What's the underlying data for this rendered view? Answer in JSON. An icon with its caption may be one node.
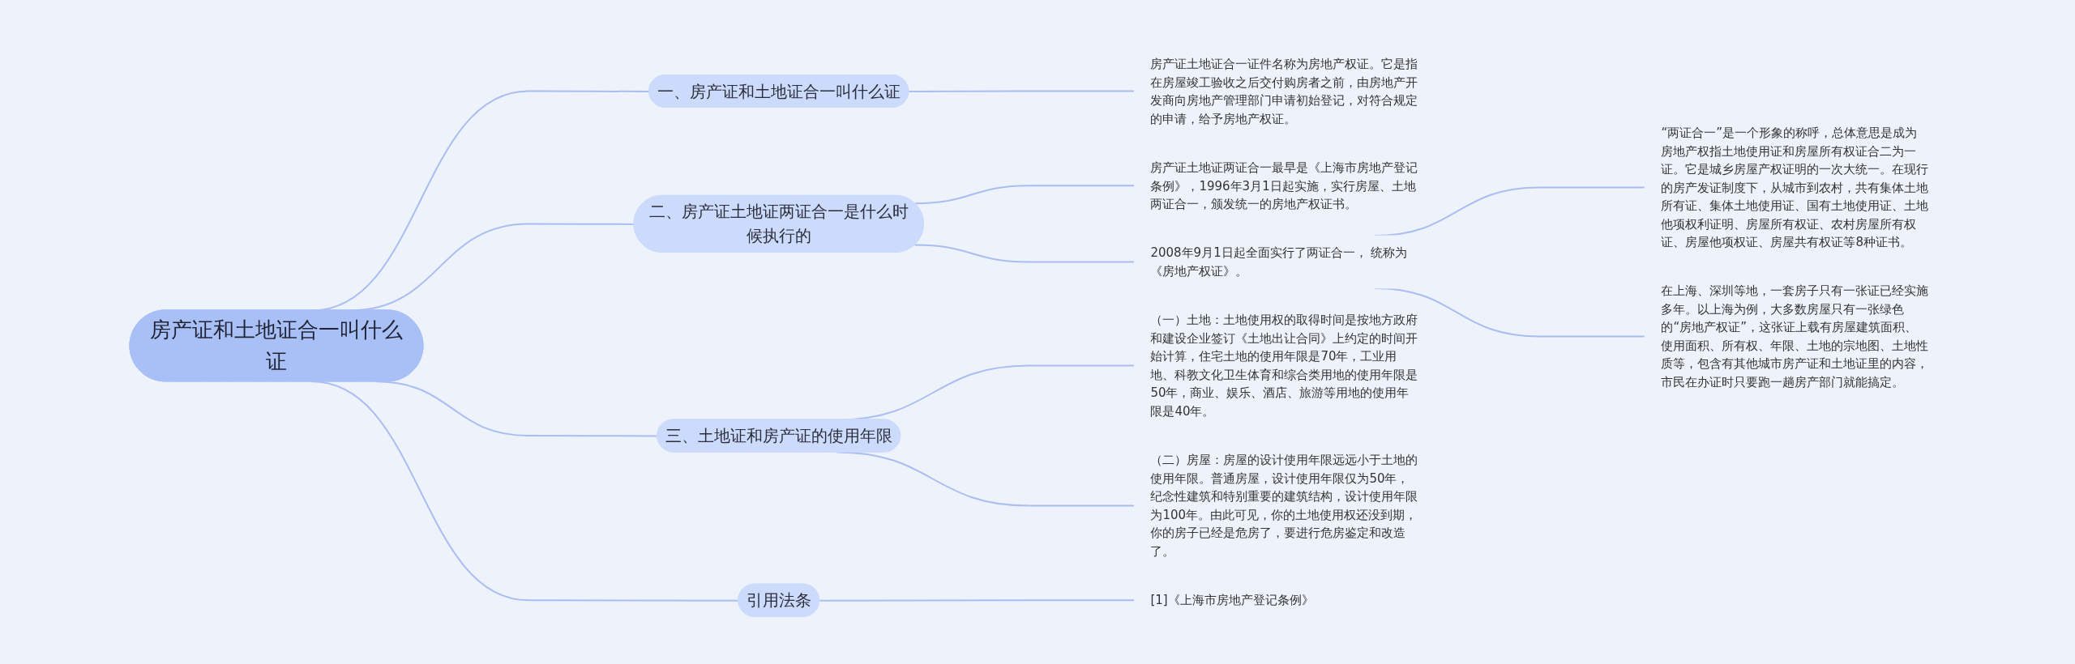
{
  "diagram": {
    "nodes": [
      {
        "text": [
          "房产证和土地证合一叫什么证"
        ]
      },
      {
        "text": [
          "一、房产证和土地证合一叫什么证"
        ]
      },
      {
        "text": [
          "房产证土地证合一证件名称为房地产权证。它是指在房屋竣工验收之后交付购房者之前，由房地产开发商向房地产管理部门申请初始登记，对符合规定的申请，给予房地产权证。"
        ]
      },
      {
        "text": [
          "二、房产证土地证两证合一是什么时候执行的"
        ]
      },
      {
        "text": [
          "房产证土地证两证合一最早是《上海市房地产登记条例》，1996年3月1日起实施，实行房屋、土地两证合一，颁发统一的房地产权证书。"
        ]
      },
      {
        "text": [
          "2008年9月1日起全面实行了两证合一， 统称为《房地产权证》。"
        ]
      },
      {
        "text": [
          "“两证合一”是一个形象的称呼，总体意思是成为房地产权指土地使用证和房屋所有权证合二为一证。它是城乡房屋产权证明的一次大统一。在现行的房产发证制度下，从城市到农村，共有集体土地所有证、集体土地使用证、国有土地使用证、土地他项权利证明、房屋所有权证、农村房屋所有权证、房屋他项权证、房屋共有权证等8种证书。"
        ]
      },
      {
        "text": [
          "在上海、深圳等地，一套房子只有一张证已经实施多年。以上海为例，大多数房屋只有一张绿色的“房地产权证”，这张证上载有房屋建筑面积、使用面积、所有权、年限、土地的宗地图、土地性质等，包含有其他城市房产证和土地证里的内容，市民在办证时只要跑一趟房产部门就能搞定。"
        ]
      },
      {
        "text": [
          "三、土地证和房产证的使用年限"
        ]
      },
      {
        "text": [
          "（一）土地：土地使用权的取得时间是按地方政府和建设企业签订《土地出让合同》上约定的时间开始计算，住宅土地的使用年限是70年，工业用地、科教文化卫生体育和综合类用地的使用年限是50年，商业、娱乐、酒店、旅游等用地的使用年限是40年。"
        ]
      },
      {
        "text": [
          "（二）房屋：房屋的设计使用年限远远小于土地的使用年限。普通房屋，设计使用年限仅为50年，纪念性建筑和特别重要的建筑结构，设计使用年限为100年。由此可见，你的土地使用权还没到期，你的房子已经是危房了，要进行危房鉴定和改造了。"
        ]
      },
      {
        "text": [
          "引用法条"
        ]
      },
      {
        "text": [
          "[1]《上海市房地产登记条例》"
        ]
      }
    ],
    "edges": [
      {
        "from": 0,
        "to": 1,
        "arrow": "none"
      },
      {
        "from": 1,
        "to": 2,
        "arrow": "none"
      },
      {
        "from": 0,
        "to": 3,
        "arrow": "none"
      },
      {
        "from": 3,
        "to": 4,
        "arrow": "none"
      },
      {
        "from": 3,
        "to": 5,
        "arrow": "none"
      },
      {
        "from": 5,
        "to": 6,
        "arrow": "none"
      },
      {
        "from": 5,
        "to": 7,
        "arrow": "none"
      },
      {
        "from": 0,
        "to": 8,
        "arrow": "none"
      },
      {
        "from": 8,
        "to": 9,
        "arrow": "none"
      },
      {
        "from": 8,
        "to": 10,
        "arrow": "none"
      },
      {
        "from": 0,
        "to": 11,
        "arrow": "none"
      },
      {
        "from": 11,
        "to": 12,
        "arrow": "none"
      }
    ]
  }
}
